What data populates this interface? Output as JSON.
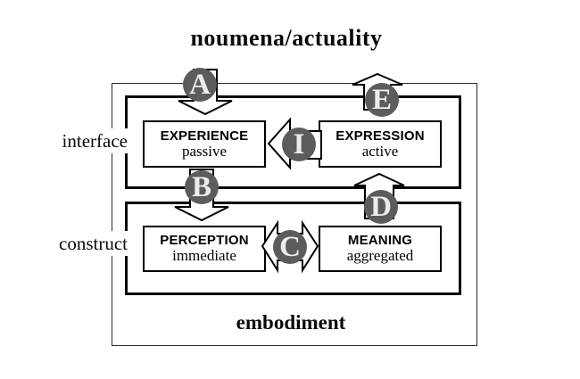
{
  "title": "noumena/actuality",
  "outer": {
    "label": "embodiment"
  },
  "rows": {
    "top_label": "interface",
    "bottom_label": "construct"
  },
  "boxes": [
    {
      "id": "experience",
      "title": "EXPERIENCE",
      "subtitle": "passive"
    },
    {
      "id": "expression",
      "title": "EXPRESSION",
      "subtitle": "active"
    },
    {
      "id": "perception",
      "title": "PERCEPTION",
      "subtitle": "immediate"
    },
    {
      "id": "meaning",
      "title": "MEANING",
      "subtitle": "aggregated"
    }
  ],
  "arrows": [
    {
      "label": "A",
      "direction": "down"
    },
    {
      "label": "B",
      "direction": "down"
    },
    {
      "label": "C",
      "direction": "left-right"
    },
    {
      "label": "D",
      "direction": "up"
    },
    {
      "label": "E",
      "direction": "up"
    },
    {
      "label": "I",
      "direction": "left"
    }
  ],
  "colors": {
    "background": "#ffffff",
    "line": "#000000",
    "circle_fill": "#5c5c5c",
    "circle_text": "#ececec"
  }
}
